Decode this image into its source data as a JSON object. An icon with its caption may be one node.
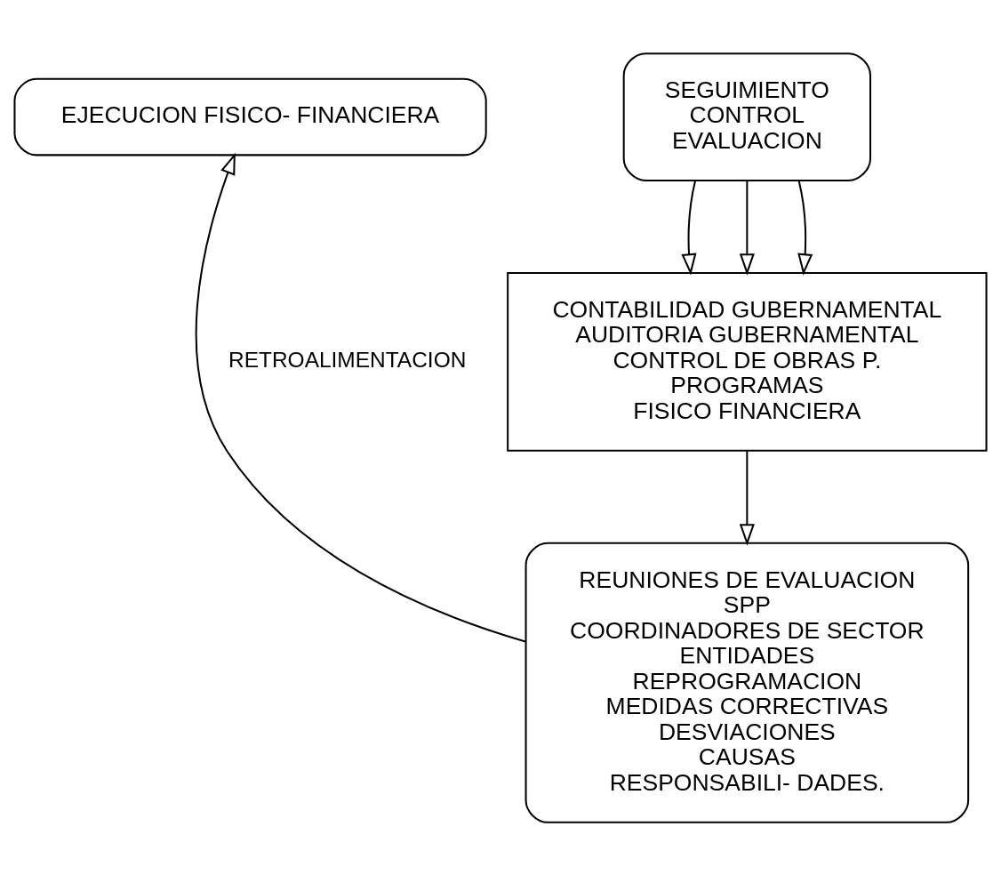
{
  "diagram": {
    "nodes": [
      {
        "text": [
          "EJECUCION FISICO- FINANCIERA"
        ]
      },
      {
        "text": [
          "SEGUIMIENTO",
          "CONTROL",
          "EVALUACION"
        ]
      },
      {
        "text": [
          "CONTABILIDAD GUBERNAMENTAL",
          "AUDITORIA GUBERNAMENTAL",
          "CONTROL DE OBRAS P.",
          "PROGRAMAS",
          "FISICO FINANCIERA"
        ]
      },
      {
        "text": [
          "REUNIONES DE EVALUACION",
          "SPP",
          "COORDINADORES DE SECTOR",
          "ENTIDADES",
          "REPROGRAMACION",
          "MEDIDAS CORRECTIVAS",
          "DESVIACIONES",
          "CAUSAS",
          "RESPONSABILI- DADES."
        ]
      }
    ],
    "edges": [
      {
        "from": 1,
        "to": 2,
        "arrow": "to"
      },
      {
        "from": 1,
        "to": 2,
        "arrow": "to"
      },
      {
        "from": 1,
        "to": 2,
        "arrow": "to"
      },
      {
        "from": 2,
        "to": 3,
        "arrow": "to"
      },
      {
        "from": 3,
        "to": 0,
        "arrow": "to",
        "label": "RETROALIMENTACION"
      }
    ]
  }
}
